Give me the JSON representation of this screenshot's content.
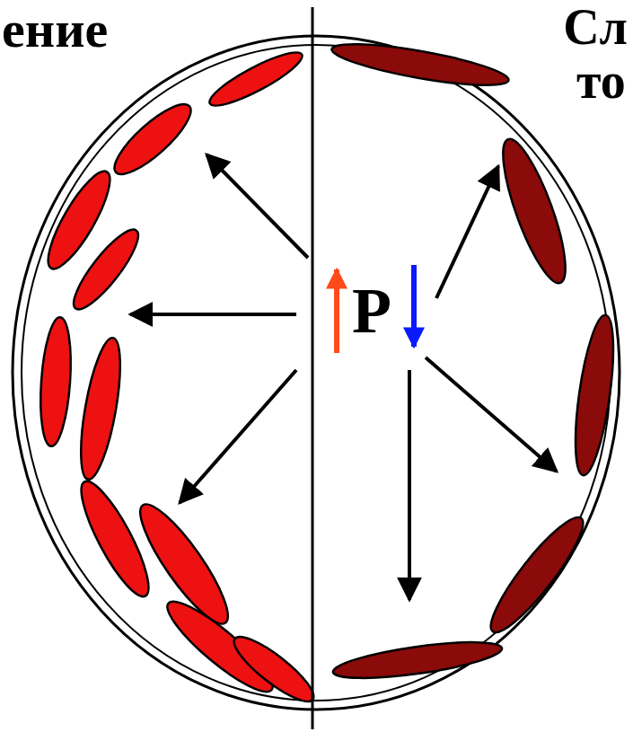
{
  "diagram": {
    "labels": [
      "ение",
      "Сл",
      "то",
      "P"
    ]
  }
}
